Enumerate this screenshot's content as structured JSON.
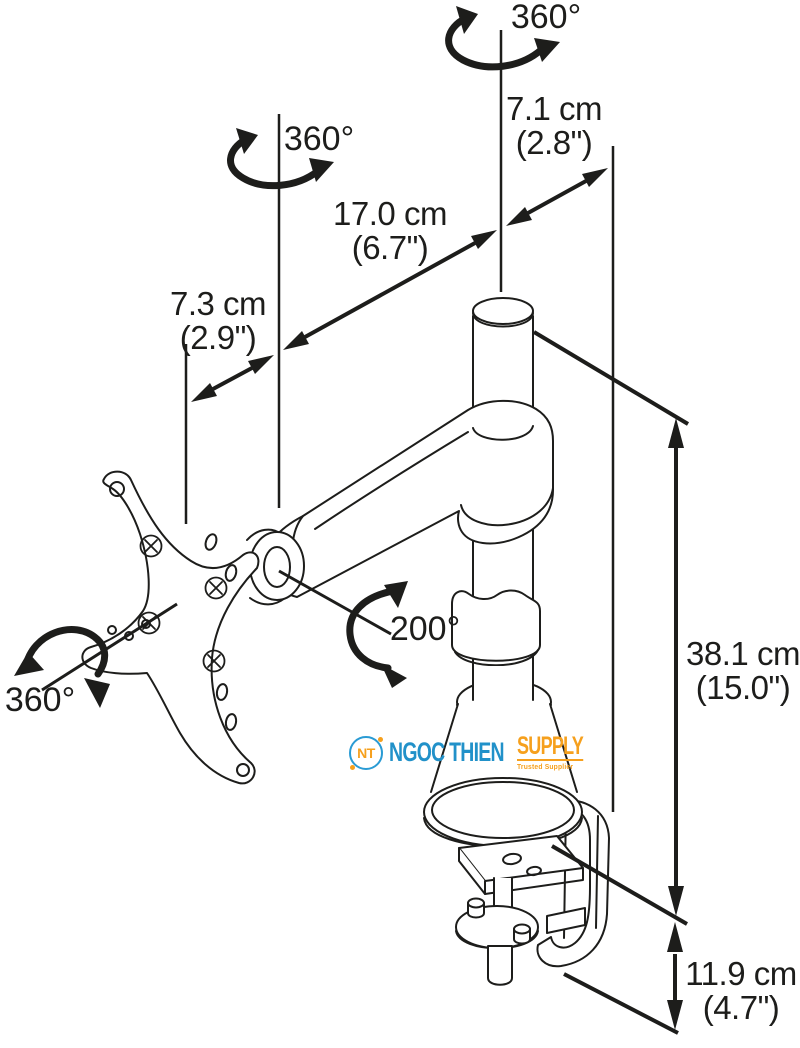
{
  "colors": {
    "ink": "#1d1d1b",
    "logo_blue": "#2191c9",
    "logo_orange": "#f6a01d"
  },
  "rotations": {
    "pole_top": {
      "label": "360°"
    },
    "arm_elbow": {
      "label": "360°"
    },
    "vesa_plate": {
      "label": "360°"
    },
    "arm_pan": {
      "label": "200°"
    }
  },
  "dimensions": {
    "pole_offset": {
      "metric": "7.1 cm",
      "imperial": "(2.8\")"
    },
    "arm_reach": {
      "metric": "17.0 cm",
      "imperial": "(6.7\")"
    },
    "plate_offset": {
      "metric": "7.3 cm",
      "imperial": "(2.9\")"
    },
    "column_height": {
      "metric": "38.1 cm",
      "imperial": "(15.0\")"
    },
    "clamp_range": {
      "metric": "11.9 cm",
      "imperial": "(4.7\")"
    }
  },
  "watermark": {
    "icon": "NT",
    "brand": "NGOC THIEN",
    "suffix": "SUPPLY",
    "tagline": "Trusted Supplier"
  }
}
